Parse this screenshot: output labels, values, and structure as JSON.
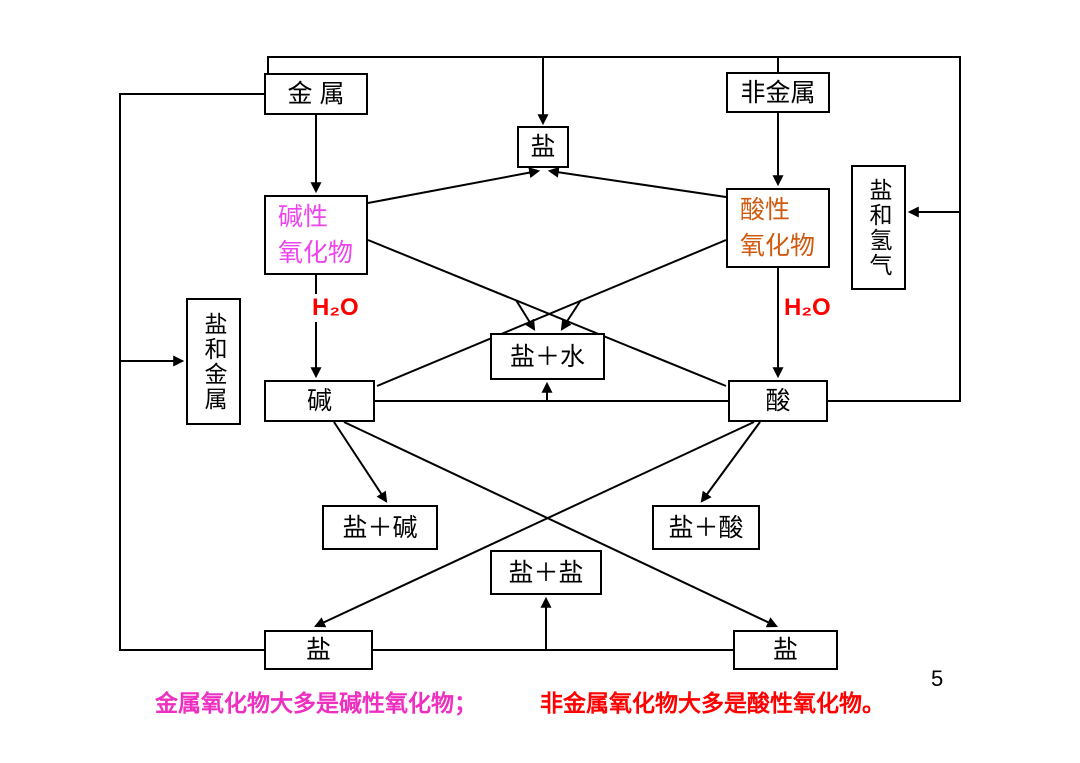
{
  "diagram": {
    "nodes": {
      "metal": {
        "label": "金 属"
      },
      "nonmetal": {
        "label": "非金属"
      },
      "salt_top": {
        "label": "盐"
      },
      "basic_oxide": {
        "line1": "碱性",
        "line2": "氧化物"
      },
      "acidic_oxide": {
        "line1": "酸性",
        "line2": "氧化物"
      },
      "salt_and_hydrogen": {
        "label": "盐和氢气"
      },
      "salt_and_metal": {
        "label": "盐和金属"
      },
      "salt_water": {
        "label": "盐＋水"
      },
      "base": {
        "label": "碱"
      },
      "acid": {
        "label": "酸"
      },
      "salt_base": {
        "label": "盐＋碱"
      },
      "salt_acid": {
        "label": "盐＋酸"
      },
      "salt_salt": {
        "label": "盐＋盐"
      },
      "salt_bottom_left": {
        "label": "盐"
      },
      "salt_bottom_right": {
        "label": "盐"
      }
    },
    "labels": {
      "h2o_left": "H₂O",
      "h2o_right": "H₂O"
    },
    "caption": {
      "part1": "金属氧化物大多是碱性氧化物；",
      "part2": "非金属氧化物大多是酸性氧化物。"
    },
    "page_number": "5",
    "colors": {
      "basic_oxide_text": "#ee44ee",
      "acidic_oxide_text": "#d05a0e",
      "h2o": "#ff0000",
      "caption1": "#ee30c0",
      "caption2": "#ff0000"
    }
  }
}
